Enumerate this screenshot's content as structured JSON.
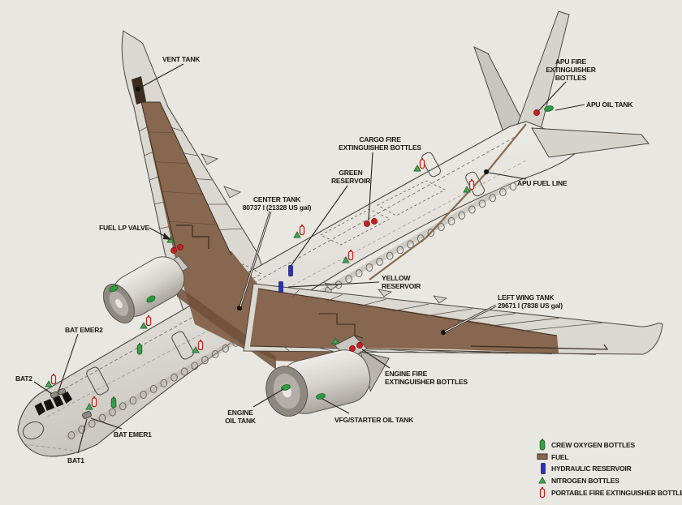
{
  "labels": {
    "vent_tank": {
      "text": "VENT TANK"
    },
    "apu_fire": {
      "line1": "APU FIRE",
      "line2": "EXTINGUISHER",
      "line3": "BOTTLES"
    },
    "apu_oil": {
      "text": "APU OIL TANK"
    },
    "apu_fuel_line": {
      "text": "APU FUEL LINE"
    },
    "cargo_fire": {
      "line1": "CARGO FIRE",
      "line2": "EXTINGUISHER BOTTLES"
    },
    "green_reservoir": {
      "line1": "GREEN",
      "line2": "RESERVOIR"
    },
    "center_tank": {
      "line1": "CENTER TANK",
      "line2": "80737 l (21328 US gal)"
    },
    "fuel_lp_valve": {
      "text": "FUEL LP VALVE"
    },
    "yellow_reservoir": {
      "line1": "YELLOW",
      "line2": "RESERVOIR"
    },
    "left_wing_tank": {
      "line1": "LEFT WING TANK",
      "line2": "29671 l (7838 US gal)"
    },
    "bat_emer2": {
      "text": "BAT EMER2"
    },
    "bat2": {
      "text": "BAT2"
    },
    "bat_emer1": {
      "text": "BAT EMER1"
    },
    "bat1": {
      "text": "BAT1"
    },
    "engine_oil": {
      "line1": "ENGINE",
      "line2": "OIL TANK"
    },
    "vfg_starter_oil": {
      "text": "VFG/STARTER OIL TANK"
    },
    "engine_fire": {
      "line1": "ENGINE FIRE",
      "line2": "EXTINGUISHER BOTTLES"
    }
  },
  "legend": {
    "items": [
      {
        "icon": "crew-oxygen-bottle-icon",
        "label": "CREW OXYGEN BOTTLES",
        "color": "#2f9c3f"
      },
      {
        "icon": "fuel-swatch-icon",
        "label": "FUEL",
        "color": "#876750"
      },
      {
        "icon": "hydraulic-reservoir-icon",
        "label": "HYDRAULIC RESERVOIR",
        "color": "#2a31b8"
      },
      {
        "icon": "nitrogen-bottle-icon",
        "label": "NITROGEN BOTTLES",
        "color": "#2f9c3f"
      },
      {
        "icon": "portable-fire-extinguisher-icon",
        "label": "PORTABLE FIRE EXTINGUISHER BOTTLES",
        "color": "#c42025"
      }
    ]
  },
  "colors": {
    "background": "#e9e7e2",
    "fuel_brown": "#876750",
    "marker_red": "#c42025",
    "marker_green": "#2f9c3f",
    "marker_blue": "#2a31b8",
    "battery_gray": "#918d86"
  }
}
